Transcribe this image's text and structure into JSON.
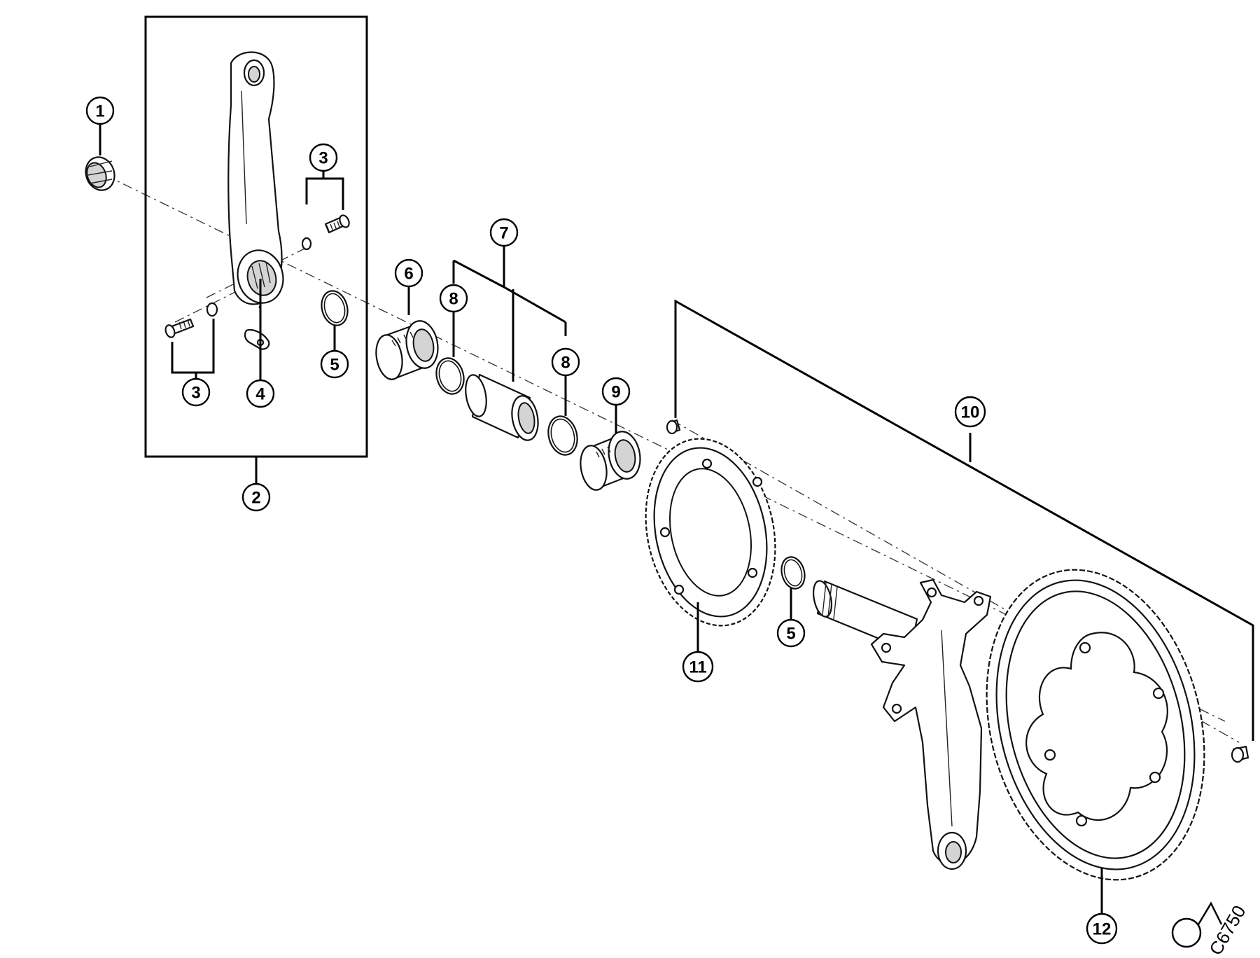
{
  "callouts": [
    {
      "id": "1",
      "label": "1"
    },
    {
      "id": "2",
      "label": "2"
    },
    {
      "id": "3a",
      "label": "3"
    },
    {
      "id": "3b",
      "label": "3"
    },
    {
      "id": "4",
      "label": "4"
    },
    {
      "id": "5a",
      "label": "5"
    },
    {
      "id": "5b",
      "label": "5"
    },
    {
      "id": "6",
      "label": "6"
    },
    {
      "id": "7",
      "label": "7"
    },
    {
      "id": "8a",
      "label": "8"
    },
    {
      "id": "8b",
      "label": "8"
    },
    {
      "id": "9",
      "label": "9"
    },
    {
      "id": "10",
      "label": "10"
    },
    {
      "id": "11",
      "label": "11"
    },
    {
      "id": "12",
      "label": "12"
    }
  ],
  "watermark": {
    "code": "C6750"
  }
}
